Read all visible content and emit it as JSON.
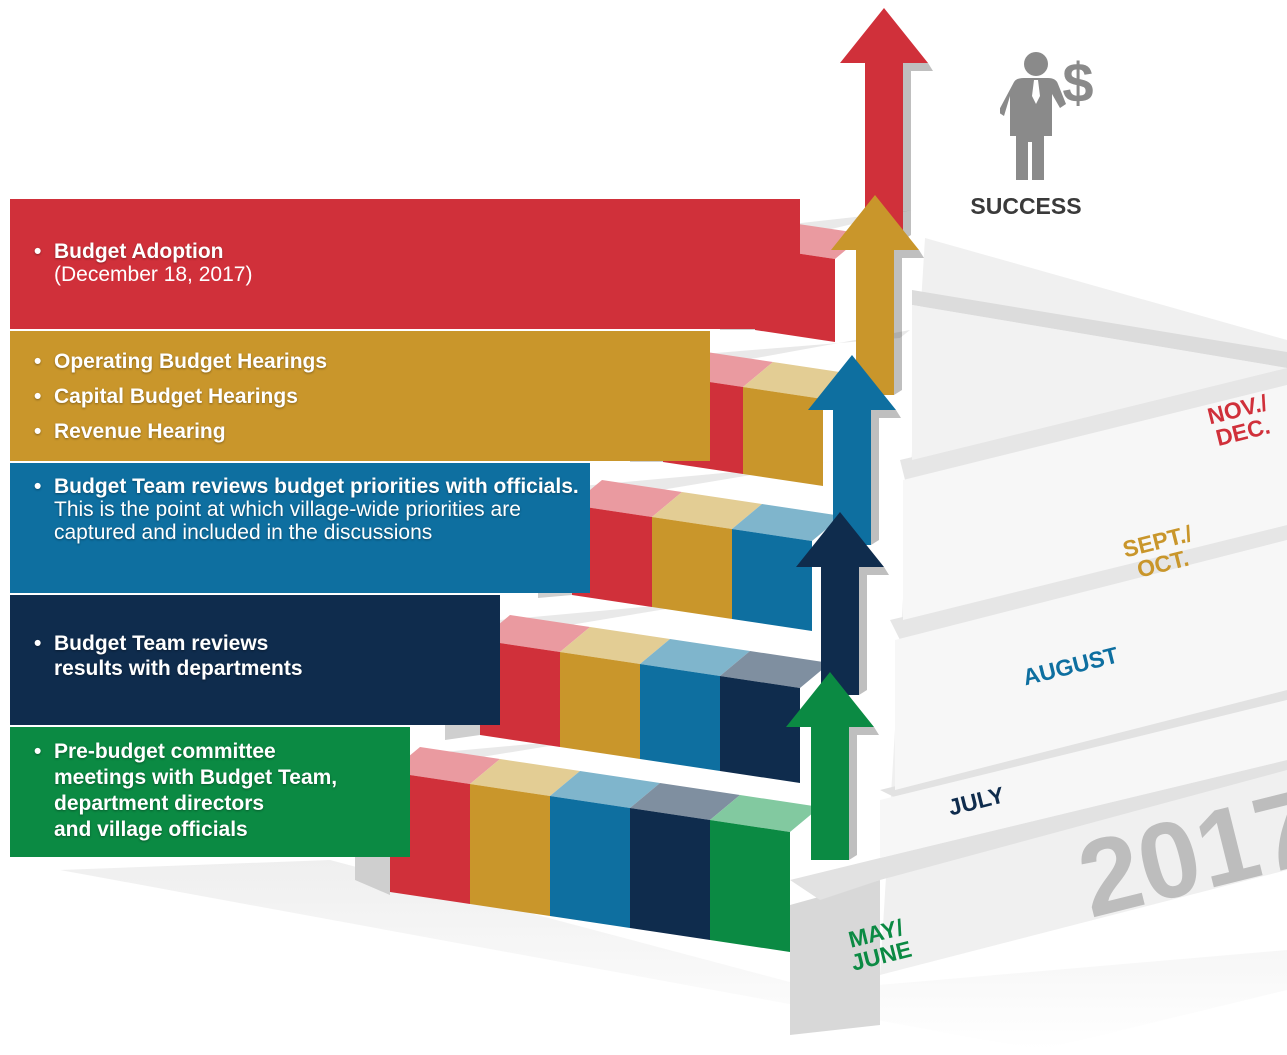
{
  "colors": {
    "red": "#d0303a",
    "gold": "#c9962b",
    "blue": "#0e6fa0",
    "navy": "#0f2c4d",
    "green": "#0b8a43",
    "gray": "#bdbdbd"
  },
  "icons": {
    "success_figure": "businessman-with-dollar-icon"
  },
  "success_label": "SUCCESS",
  "year": "2017",
  "months": {
    "may_june": [
      "MAY/",
      "JUNE"
    ],
    "july": "JULY",
    "august": "AUGUST",
    "sept_oct": [
      "SEPT./",
      "OCT."
    ],
    "nov_dec": [
      "NOV./",
      "DEC."
    ]
  },
  "steps": {
    "red": {
      "items": [
        "Budget Adoption"
      ],
      "note": "(December 18, 2017)"
    },
    "gold": {
      "items": [
        "Operating Budget Hearings",
        "Capital Budget Hearings",
        "Revenue Hearing"
      ]
    },
    "blue": {
      "bold": "Budget Team reviews budget priorities with officials.",
      "rest": " This is the point at which village-wide priorities are captured and included in the discussions"
    },
    "navy": {
      "lines": [
        "Budget Team reviews",
        "results with departments"
      ]
    },
    "green": {
      "lines": [
        "Pre-budget committee",
        "meetings with Budget Team,",
        "department directors",
        "and village officials"
      ]
    }
  }
}
